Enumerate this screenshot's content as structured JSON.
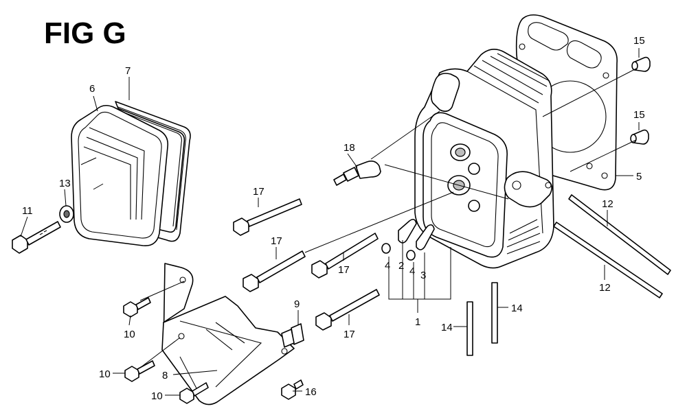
{
  "figure": {
    "title": "FIG G"
  },
  "callouts": {
    "c1": "1",
    "c2": "2",
    "c3": "3",
    "c4a": "4",
    "c4b": "4",
    "c5": "5",
    "c6": "6",
    "c7": "7",
    "c8": "8",
    "c9": "9",
    "c10a": "10",
    "c10b": "10",
    "c10c": "10",
    "c11": "11",
    "c12a": "12",
    "c12b": "12",
    "c13": "13",
    "c14a": "14",
    "c14b": "14",
    "c15a": "15",
    "c15b": "15",
    "c16": "16",
    "c17a": "17",
    "c17b": "17",
    "c17c": "17",
    "c17d": "17",
    "c18": "18"
  }
}
